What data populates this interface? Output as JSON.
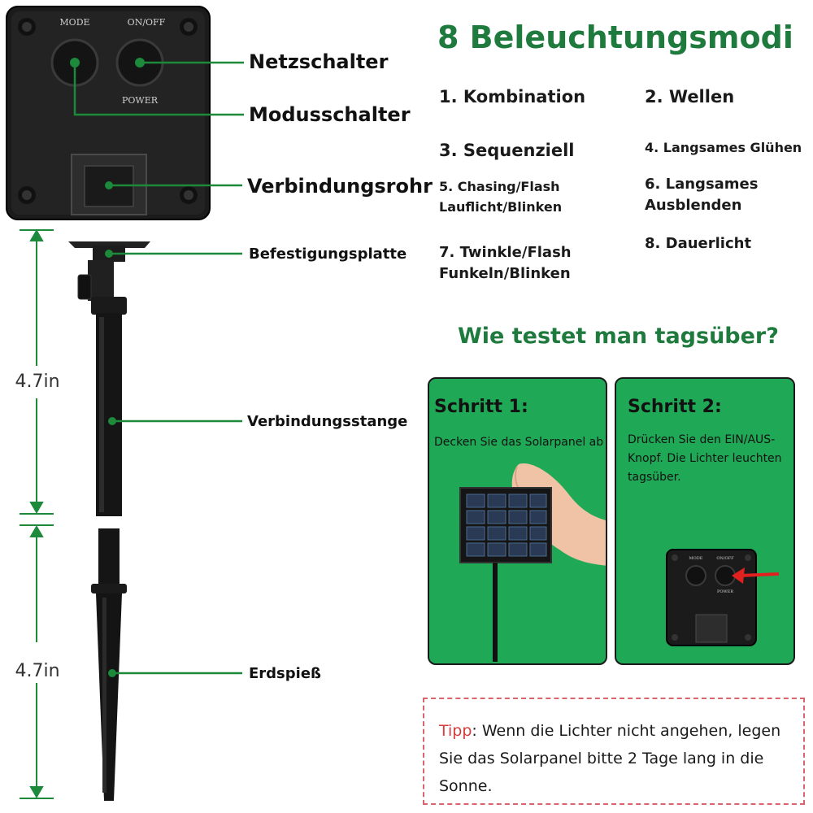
{
  "controller": {
    "mode_label": "MODE",
    "onoff_label": "ON/OFF",
    "power_label": "POWER"
  },
  "callouts": {
    "power_switch": "Netzschalter",
    "mode_switch": "Modusschalter",
    "connection_tube": "Verbindungsrohr",
    "mounting_plate": "Befestigungsplatte",
    "connecting_rod": "Verbindungsstange",
    "ground_spike": "Erdspieß"
  },
  "dimensions": {
    "upper": "4.7in",
    "lower": "4.7in"
  },
  "modes": {
    "title": "8 Beleuchtungsmodi",
    "items": [
      "1. Kombination",
      "2. Wellen",
      "3. Sequenziell",
      "4. Langsames Glühen",
      "5. Chasing/Flash\nLauflicht/Blinken",
      "6. Langsames\nAusblenden",
      "7. Twinkle/Flash\nFunkeln/Blinken",
      "8. Dauerlicht"
    ]
  },
  "test": {
    "title": "Wie testet man tagsüber?",
    "step1": {
      "title": "Schritt 1:",
      "text": "Decken Sie das Solarpanel ab"
    },
    "step2": {
      "title": "Schritt 2:",
      "text": "Drücken Sie den EIN/AUS-Knopf. Die Lichter leuchten tagsüber.",
      "mini_mode": "MODE",
      "mini_onoff": "ON/OFF",
      "mini_power": "POWER"
    }
  },
  "tip": {
    "label": "Tipp",
    "text": ": Wenn die Lichter nicht angehen, legen Sie das Solarpanel bitte 2 Tage lang in die Sonne."
  },
  "colors": {
    "accent_green": "#1f7a3e",
    "panel_green": "#1fa956",
    "callout_line": "#1c8a3a",
    "tip_border": "#d9646b",
    "tip_label": "#d83c3c"
  }
}
